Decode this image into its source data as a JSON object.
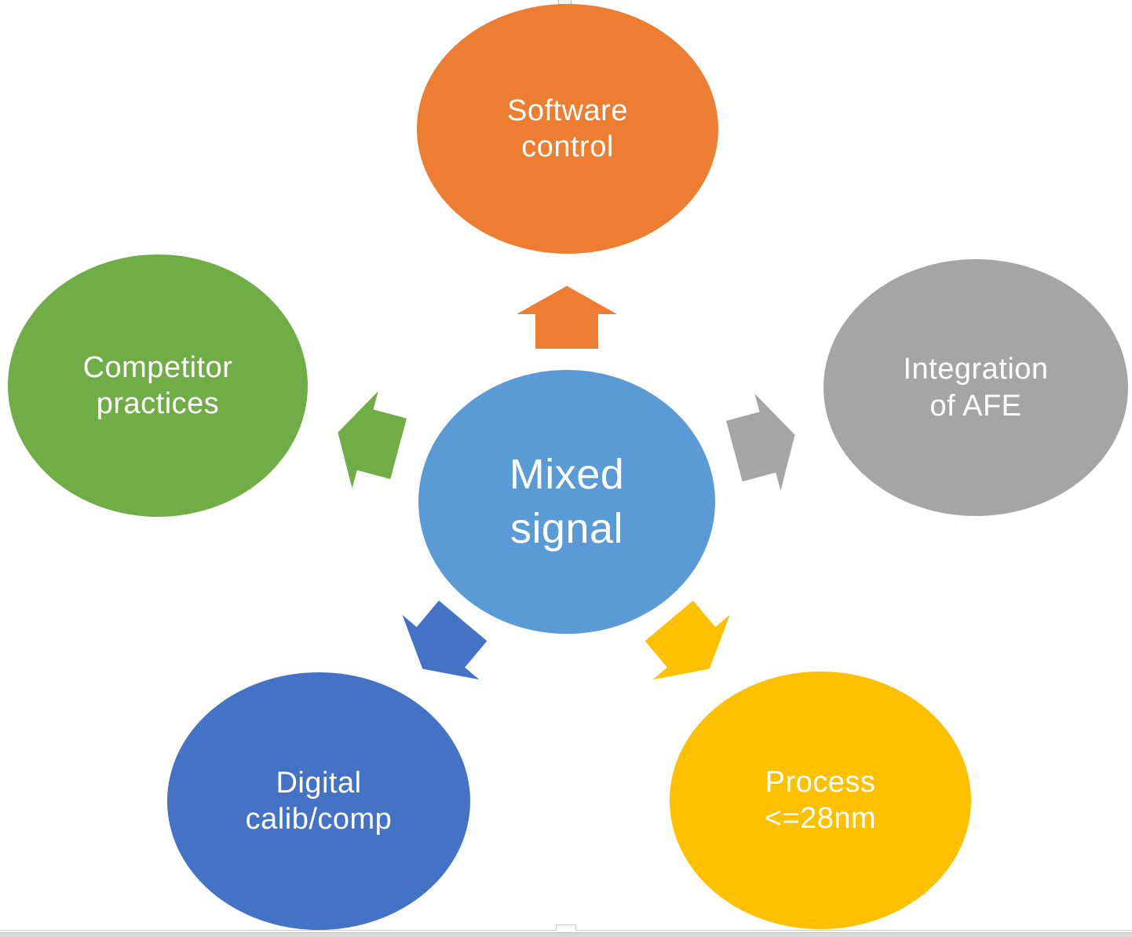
{
  "diagram": {
    "center": {
      "label": "Mixed\nsignal",
      "color": "#5B9BD5"
    },
    "nodes": [
      {
        "id": "software-control",
        "label": "Software\ncontrol",
        "color": "#ED7D31"
      },
      {
        "id": "integration-of-afe",
        "label": "Integration\nof AFE",
        "color": "#A5A5A5"
      },
      {
        "id": "process-28nm",
        "label": "Process\n<=28nm",
        "color": "#FFC000"
      },
      {
        "id": "digital-calib-comp",
        "label": "Digital\ncalib/comp",
        "color": "#4472C4"
      },
      {
        "id": "competitor-practices",
        "label": "Competitor\npractices",
        "color": "#70AD47"
      }
    ],
    "text_color": "#FFFFFF",
    "background": "#FFFFFF"
  }
}
